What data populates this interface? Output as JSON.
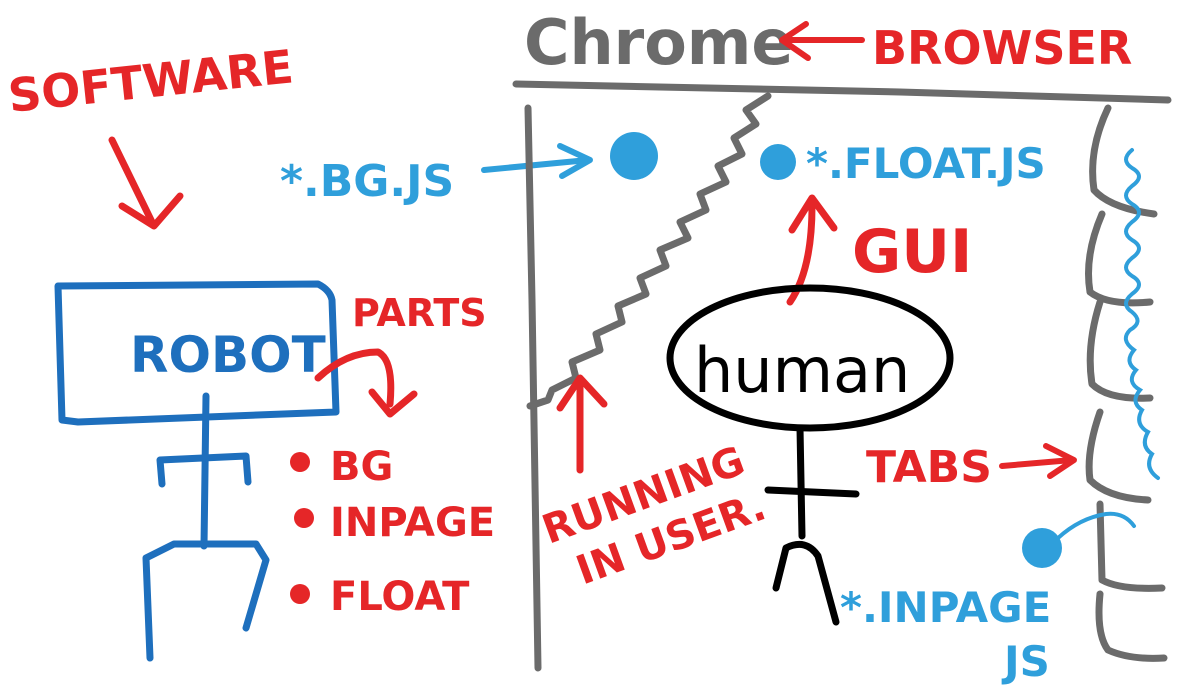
{
  "colors": {
    "red": "#e52628",
    "blue": "#2f9fdb",
    "dark_blue": "#1e6fbd",
    "gray": "#6b6b6b",
    "black": "#000000"
  },
  "labels": {
    "software": "SOFTWARE",
    "robot": "ROBOT",
    "parts": "PARTS",
    "part_items": [
      "BG",
      "INPAGE",
      "FLOAT"
    ],
    "chrome": "Chrome",
    "browser": "BROWSER",
    "bg_js": "*.BG.JS",
    "float_js": "*.FLOAT.JS",
    "gui": "GUI",
    "human": "human",
    "running_line1": "RUNNING",
    "running_line2": "IN USER.",
    "tabs": "TABS",
    "inpage_js_line1": "*.INPAGE",
    "inpage_js_line2": "JS"
  },
  "icons": {
    "robot": "stick-figure-robot-icon",
    "human": "stick-figure-human-icon",
    "tabs": "browser-tabs-icon"
  }
}
